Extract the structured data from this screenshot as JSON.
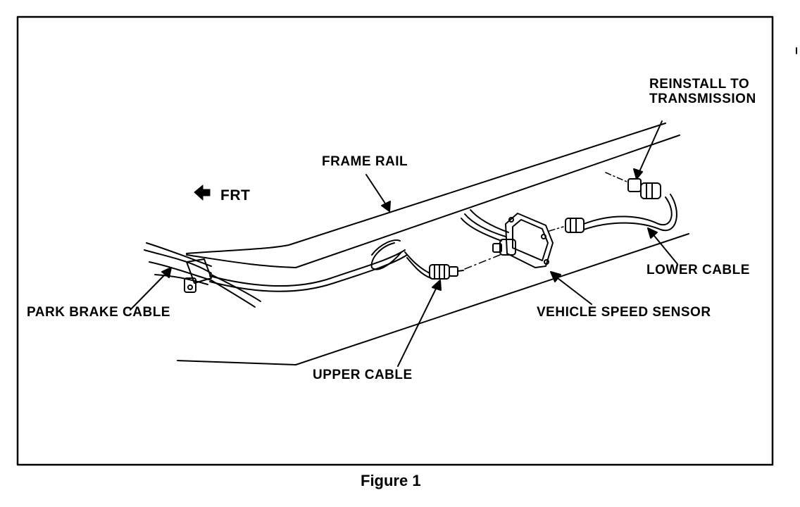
{
  "diagram": {
    "labels": {
      "frame_rail": "FRAME RAIL",
      "frt": "FRT",
      "reinstall_line1": "REINSTALL TO",
      "reinstall_line2": "TRANSMISSION",
      "lower_cable": "LOWER CABLE",
      "park_brake_cable": "PARK BRAKE CABLE",
      "vehicle_speed_sensor": "VEHICLE SPEED SENSOR",
      "upper_cable": "UPPER CABLE"
    },
    "caption": "Figure 1"
  }
}
